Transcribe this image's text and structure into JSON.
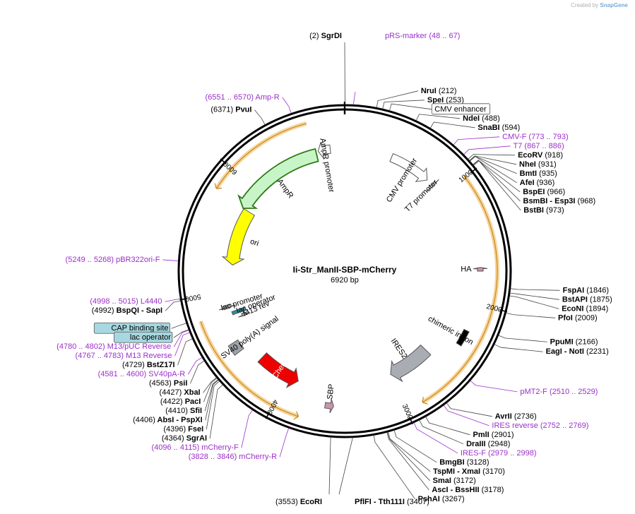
{
  "brand": {
    "created_by": "Created by",
    "product": "SnapGene"
  },
  "plasmid": {
    "name": "Ii-Str_ManII-SBP-mCherry",
    "length_label": "6920 bp",
    "length": 6920
  },
  "colors": {
    "enzyme_text": "#000000",
    "primer_text": "#9b30c9",
    "orf_arrow": "#f3b04a",
    "ori": "#ffff00",
    "ampr": "#c8f5c8",
    "ampr_promoter": "#ffffff",
    "cmv_promoter": "#ffffff",
    "mcherry": "#ee0000",
    "sbp": "#c994ac",
    "ires": "#a9adb3",
    "intron": "#000000",
    "polyA": "#9ea3a8",
    "ha": "#c994ac",
    "label_box": "#a7d7e0"
  },
  "ticks": [
    {
      "pos": 1000,
      "label": "1000"
    },
    {
      "pos": 2000,
      "label": "2000"
    },
    {
      "pos": 3000,
      "label": "3000"
    },
    {
      "pos": 4000,
      "label": "4000"
    },
    {
      "pos": 5000,
      "label": "5000"
    },
    {
      "pos": 6000,
      "label": "6000"
    }
  ],
  "features": [
    {
      "name": "AmpR promoter",
      "type": "promoter",
      "start": 6680,
      "end": 6790,
      "dir": "reverse",
      "color": "#ffffff"
    },
    {
      "name": "AmpR",
      "type": "cds",
      "start": 5800,
      "end": 6660,
      "dir": "reverse",
      "color": "#c8f5c8"
    },
    {
      "name": "ori",
      "type": "ori",
      "start": 5250,
      "end": 5800,
      "dir": "reverse",
      "color": "#ffff00"
    },
    {
      "name": "CMV promoter",
      "type": "promoter",
      "start": 430,
      "end": 810,
      "dir": "forward",
      "color": "#ffffff"
    },
    {
      "name": "T7 promoter",
      "type": "promoter",
      "start": 867,
      "end": 886,
      "dir": "forward",
      "color": "#ffffff"
    },
    {
      "name": "HA",
      "type": "tag",
      "start": 1700,
      "end": 1730,
      "dir": "reverse",
      "color": "#c994ac"
    },
    {
      "name": "chimeric intron",
      "type": "intron",
      "start": 2230,
      "end": 2360,
      "dir": "none",
      "color": "#000000"
    },
    {
      "name": "IRES2",
      "type": "misc",
      "start": 2580,
      "end": 3000,
      "dir": "forward",
      "color": "#a9adb3"
    },
    {
      "name": "SBP",
      "type": "tag",
      "start": 3550,
      "end": 3620,
      "dir": "reverse",
      "color": "#c994ac"
    },
    {
      "name": "mCherry",
      "type": "cds",
      "start": 3900,
      "end": 4300,
      "dir": "reverse",
      "color": "#ee0000"
    },
    {
      "name": "SV40 poly(A) signal",
      "type": "polyA",
      "start": 4470,
      "end": 4560,
      "dir": "none",
      "color": "#9ea3a8"
    },
    {
      "name": "M13 rev",
      "type": "primer_bind",
      "start": 4730,
      "end": 4760,
      "dir": "reverse",
      "color": "#9ea3a8"
    },
    {
      "name": "lac operator",
      "type": "misc",
      "start": 4780,
      "end": 4810,
      "dir": "none",
      "color": "#2a8fa0"
    },
    {
      "name": "lac promoter",
      "type": "promoter",
      "start": 4850,
      "end": 4880,
      "dir": "reverse",
      "color": "#9ea3a8"
    }
  ],
  "orfs": [
    {
      "start": 990,
      "end": 2870,
      "dir": "forward"
    },
    {
      "start": 3800,
      "end": 4820,
      "dir": "reverse"
    },
    {
      "start": 5820,
      "end": 6640,
      "dir": "reverse"
    }
  ],
  "labels": [
    {
      "id": "sgrdi",
      "side": "top",
      "pos": 2,
      "parts": [
        {
          "t": "(2)",
          "k": "coord"
        },
        {
          "t": "SgrDI",
          "k": "enzyme"
        }
      ]
    },
    {
      "id": "prs-marker",
      "side": "top",
      "pos": 57,
      "parts": [
        {
          "t": "pRS-marker",
          "k": "primer"
        },
        {
          "t": "(48 .. 67)",
          "k": "primer"
        }
      ]
    },
    {
      "id": "nrui",
      "side": "right",
      "pos": 212,
      "parts": [
        {
          "t": "NruI",
          "k": "enzyme"
        },
        {
          "t": "(212)",
          "k": "coord"
        }
      ]
    },
    {
      "id": "spei",
      "side": "right",
      "pos": 253,
      "parts": [
        {
          "t": "SpeI",
          "k": "enzyme"
        },
        {
          "t": "(253)",
          "k": "coord"
        }
      ]
    },
    {
      "id": "cmv-enhancer",
      "side": "right",
      "pos": 300,
      "parts": [
        {
          "t": "CMV enhancer",
          "k": "feature"
        }
      ]
    },
    {
      "id": "ndei",
      "side": "right",
      "pos": 488,
      "parts": [
        {
          "t": "NdeI",
          "k": "enzyme"
        },
        {
          "t": "(488)",
          "k": "coord"
        }
      ]
    },
    {
      "id": "snabi",
      "side": "right",
      "pos": 594,
      "parts": [
        {
          "t": "SnaBI",
          "k": "enzyme"
        },
        {
          "t": "(594)",
          "k": "coord"
        }
      ]
    },
    {
      "id": "cmv-f",
      "side": "right",
      "pos": 783,
      "parts": [
        {
          "t": "CMV-F",
          "k": "primer"
        },
        {
          "t": "(773 .. 793)",
          "k": "primer"
        }
      ]
    },
    {
      "id": "t7",
      "side": "right",
      "pos": 876,
      "parts": [
        {
          "t": "T7",
          "k": "primer"
        },
        {
          "t": "(867 .. 886)",
          "k": "primer"
        }
      ]
    },
    {
      "id": "ecorv",
      "side": "right",
      "pos": 918,
      "parts": [
        {
          "t": "EcoRV",
          "k": "enzyme"
        },
        {
          "t": "(918)",
          "k": "coord"
        }
      ]
    },
    {
      "id": "nhei",
      "side": "right",
      "pos": 931,
      "parts": [
        {
          "t": "NheI",
          "k": "enzyme"
        },
        {
          "t": "(931)",
          "k": "coord"
        }
      ]
    },
    {
      "id": "bmti",
      "side": "right",
      "pos": 935,
      "parts": [
        {
          "t": "BmtI",
          "k": "enzyme"
        },
        {
          "t": "(935)",
          "k": "coord"
        }
      ]
    },
    {
      "id": "afei",
      "side": "right",
      "pos": 936,
      "parts": [
        {
          "t": "AfeI",
          "k": "enzyme"
        },
        {
          "t": "(936)",
          "k": "coord"
        }
      ]
    },
    {
      "id": "bspei",
      "side": "right",
      "pos": 966,
      "parts": [
        {
          "t": "BspEI",
          "k": "enzyme"
        },
        {
          "t": "(966)",
          "k": "coord"
        }
      ]
    },
    {
      "id": "bsmbi",
      "side": "right",
      "pos": 968,
      "parts": [
        {
          "t": "BsmBI",
          "k": "enzyme"
        },
        {
          "t": "- Esp3I",
          "k": "enzyme"
        },
        {
          "t": "(968)",
          "k": "coord"
        }
      ]
    },
    {
      "id": "bstbi",
      "side": "right",
      "pos": 973,
      "parts": [
        {
          "t": "BstBI",
          "k": "enzyme"
        },
        {
          "t": "(973)",
          "k": "coord"
        }
      ]
    },
    {
      "id": "fspai",
      "side": "right",
      "pos": 1846,
      "parts": [
        {
          "t": "FspAI",
          "k": "enzyme"
        },
        {
          "t": "(1846)",
          "k": "coord"
        }
      ]
    },
    {
      "id": "bstapi",
      "side": "right",
      "pos": 1875,
      "parts": [
        {
          "t": "BstAPI",
          "k": "enzyme"
        },
        {
          "t": "(1875)",
          "k": "coord"
        }
      ]
    },
    {
      "id": "econi",
      "side": "right",
      "pos": 1894,
      "parts": [
        {
          "t": "EcoNI",
          "k": "enzyme"
        },
        {
          "t": "(1894)",
          "k": "coord"
        }
      ]
    },
    {
      "id": "pfoi",
      "side": "right",
      "pos": 2009,
      "parts": [
        {
          "t": "PfoI",
          "k": "enzyme"
        },
        {
          "t": "(2009)",
          "k": "coord"
        }
      ]
    },
    {
      "id": "ppumi",
      "side": "right",
      "pos": 2166,
      "parts": [
        {
          "t": "PpuMI",
          "k": "enzyme"
        },
        {
          "t": "(2166)",
          "k": "coord"
        }
      ]
    },
    {
      "id": "eagi",
      "side": "right",
      "pos": 2231,
      "parts": [
        {
          "t": "EagI",
          "k": "enzyme"
        },
        {
          "t": "- NotI",
          "k": "enzyme"
        },
        {
          "t": "(2231)",
          "k": "coord"
        }
      ]
    },
    {
      "id": "pmt2-f",
      "side": "right",
      "pos": 2520,
      "parts": [
        {
          "t": "pMT2-F",
          "k": "primer"
        },
        {
          "t": "(2510 .. 2529)",
          "k": "primer"
        }
      ]
    },
    {
      "id": "avrii",
      "side": "right",
      "pos": 2736,
      "parts": [
        {
          "t": "AvrII",
          "k": "enzyme"
        },
        {
          "t": "(2736)",
          "k": "coord"
        }
      ]
    },
    {
      "id": "ires-reverse",
      "side": "right",
      "pos": 2760,
      "parts": [
        {
          "t": "IRES reverse",
          "k": "primer"
        },
        {
          "t": "(2752 .. 2769)",
          "k": "primer"
        }
      ]
    },
    {
      "id": "pmli",
      "side": "right",
      "pos": 2901,
      "parts": [
        {
          "t": "PmlI",
          "k": "enzyme"
        },
        {
          "t": "(2901)",
          "k": "coord"
        }
      ]
    },
    {
      "id": "draiii",
      "side": "right",
      "pos": 2948,
      "parts": [
        {
          "t": "DraIII",
          "k": "enzyme"
        },
        {
          "t": "(2948)",
          "k": "coord"
        }
      ]
    },
    {
      "id": "ires-f",
      "side": "right",
      "pos": 2988,
      "parts": [
        {
          "t": "IRES-F",
          "k": "primer"
        },
        {
          "t": "(2979 .. 2998)",
          "k": "primer"
        }
      ]
    },
    {
      "id": "bmgbi",
      "side": "right",
      "pos": 3128,
      "parts": [
        {
          "t": "BmgBI",
          "k": "enzyme"
        },
        {
          "t": "(3128)",
          "k": "coord"
        }
      ]
    },
    {
      "id": "tspmi",
      "side": "right",
      "pos": 3170,
      "parts": [
        {
          "t": "TspMI",
          "k": "enzyme"
        },
        {
          "t": "- XmaI",
          "k": "enzyme"
        },
        {
          "t": "(3170)",
          "k": "coord"
        }
      ]
    },
    {
      "id": "smai",
      "side": "right",
      "pos": 3172,
      "parts": [
        {
          "t": "SmaI",
          "k": "enzyme"
        },
        {
          "t": "(3172)",
          "k": "coord"
        }
      ]
    },
    {
      "id": "asci",
      "side": "right",
      "pos": 3178,
      "parts": [
        {
          "t": "AscI",
          "k": "enzyme"
        },
        {
          "t": "- BssHII",
          "k": "enzyme"
        },
        {
          "t": "(3178)",
          "k": "coord"
        }
      ]
    },
    {
      "id": "pshai",
      "side": "right",
      "pos": 3267,
      "parts": [
        {
          "t": "PshAI",
          "k": "enzyme"
        },
        {
          "t": "(3267)",
          "k": "coord"
        }
      ]
    },
    {
      "id": "pflfi",
      "side": "bottom",
      "pos": 3407,
      "parts": [
        {
          "t": "PflFI",
          "k": "enzyme"
        },
        {
          "t": "- Tth111I",
          "k": "enzyme"
        },
        {
          "t": "(3407)",
          "k": "coord"
        }
      ]
    },
    {
      "id": "ecori",
      "side": "bottom",
      "pos": 3553,
      "parts": [
        {
          "t": "(3553)",
          "k": "coord"
        },
        {
          "t": "EcoRI",
          "k": "enzyme"
        }
      ]
    },
    {
      "id": "mcherry-r",
      "side": "left",
      "pos": 3837,
      "parts": [
        {
          "t": "(3828 .. 3846)",
          "k": "primer"
        },
        {
          "t": "mCherry-R",
          "k": "primer"
        }
      ]
    },
    {
      "id": "mcherry-f",
      "side": "left",
      "pos": 4105,
      "parts": [
        {
          "t": "(4096 .. 4115)",
          "k": "primer"
        },
        {
          "t": "mCherry-F",
          "k": "primer"
        }
      ]
    },
    {
      "id": "sgrai",
      "side": "left",
      "pos": 4364,
      "parts": [
        {
          "t": "(4364)",
          "k": "coord"
        },
        {
          "t": "SgrAI",
          "k": "enzyme"
        }
      ]
    },
    {
      "id": "fsei",
      "side": "left",
      "pos": 4396,
      "parts": [
        {
          "t": "(4396)",
          "k": "coord"
        },
        {
          "t": "FseI",
          "k": "enzyme"
        }
      ]
    },
    {
      "id": "absi",
      "side": "left",
      "pos": 4406,
      "parts": [
        {
          "t": "(4406)",
          "k": "coord"
        },
        {
          "t": "AbsI",
          "k": "enzyme"
        },
        {
          "t": "- PspXI",
          "k": "enzyme"
        }
      ]
    },
    {
      "id": "sfii",
      "side": "left",
      "pos": 4410,
      "parts": [
        {
          "t": "(4410)",
          "k": "coord"
        },
        {
          "t": "SfiI",
          "k": "enzyme"
        }
      ]
    },
    {
      "id": "paci",
      "side": "left",
      "pos": 4422,
      "parts": [
        {
          "t": "(4422)",
          "k": "coord"
        },
        {
          "t": "PacI",
          "k": "enzyme"
        }
      ]
    },
    {
      "id": "xbai",
      "side": "left",
      "pos": 4427,
      "parts": [
        {
          "t": "(4427)",
          "k": "coord"
        },
        {
          "t": "XbaI",
          "k": "enzyme"
        }
      ]
    },
    {
      "id": "psii",
      "side": "left",
      "pos": 4563,
      "parts": [
        {
          "t": "(4563)",
          "k": "coord"
        },
        {
          "t": "PsiI",
          "k": "enzyme"
        }
      ]
    },
    {
      "id": "sv40pa-r",
      "side": "left",
      "pos": 4590,
      "parts": [
        {
          "t": "(4581 .. 4600)",
          "k": "primer"
        },
        {
          "t": "SV40pA-R",
          "k": "primer"
        }
      ]
    },
    {
      "id": "bstz17i",
      "side": "left",
      "pos": 4729,
      "parts": [
        {
          "t": "(4729)",
          "k": "coord"
        },
        {
          "t": "BstZ17I",
          "k": "enzyme"
        }
      ]
    },
    {
      "id": "m13-reverse",
      "side": "left",
      "pos": 4775,
      "parts": [
        {
          "t": "(4767 .. 4783)",
          "k": "primer"
        },
        {
          "t": "M13 Reverse",
          "k": "primer"
        }
      ]
    },
    {
      "id": "lac-operator",
      "side": "left",
      "pos": 4795,
      "parts": [
        {
          "t": "lac operator",
          "k": "feature"
        }
      ]
    },
    {
      "id": "m13-puc",
      "side": "left",
      "pos": 4791,
      "parts": [
        {
          "t": "(4780 .. 4802)",
          "k": "primer"
        },
        {
          "t": "M13/pUC Reverse",
          "k": "primer"
        }
      ]
    },
    {
      "id": "cap-site",
      "side": "left",
      "pos": 4840,
      "parts": [
        {
          "t": "CAP binding site",
          "k": "feature"
        }
      ]
    },
    {
      "id": "bspqi",
      "side": "left",
      "pos": 4992,
      "parts": [
        {
          "t": "(4992)",
          "k": "coord"
        },
        {
          "t": "BspQI",
          "k": "enzyme"
        },
        {
          "t": "- SapI",
          "k": "enzyme"
        }
      ]
    },
    {
      "id": "l4440",
      "side": "left",
      "pos": 5006,
      "parts": [
        {
          "t": "(4998 .. 5015)",
          "k": "primer"
        },
        {
          "t": "L4440",
          "k": "primer"
        }
      ]
    },
    {
      "id": "pbr322ori-f",
      "side": "left",
      "pos": 5258,
      "parts": [
        {
          "t": "(5249 .. 5268)",
          "k": "primer"
        },
        {
          "t": "pBR322ori-F",
          "k": "primer"
        }
      ]
    },
    {
      "id": "pvui",
      "side": "left",
      "pos": 6371,
      "parts": [
        {
          "t": "(6371)",
          "k": "coord"
        },
        {
          "t": "PvuI",
          "k": "enzyme"
        }
      ]
    },
    {
      "id": "amp-r",
      "side": "left",
      "pos": 6560,
      "parts": [
        {
          "t": "(6551 .. 6570)",
          "k": "primer"
        },
        {
          "t": "Amp-R",
          "k": "primer"
        }
      ]
    }
  ]
}
